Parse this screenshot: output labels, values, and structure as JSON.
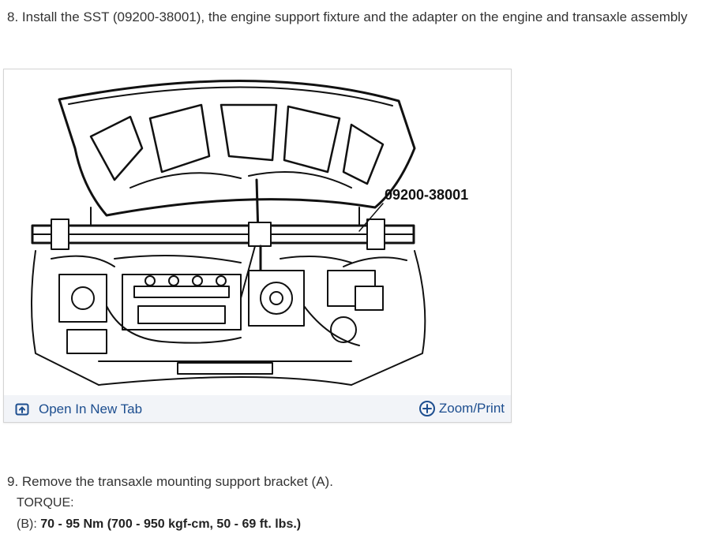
{
  "step8": {
    "text": "8. Install the SST (09200-38001), the engine support fixture and the adapter on the engine and transaxle assembly"
  },
  "figure": {
    "callout": "09200-38001",
    "open_tab_label": "Open In New Tab",
    "zoom_print_label": "Zoom/Print",
    "open_tab_icon": "open-in-new-tab-icon",
    "zoom_icon": "zoom-plus-icon",
    "link_color": "#1d4e8f"
  },
  "step9": {
    "text": "9. Remove the transaxle mounting support bracket (A).",
    "torque_label": "TORQUE:",
    "torque_prefix": "(B): ",
    "torque_value": "70 - 95 Nm (700 - 950 kgf-cm, 50 - 69 ft. lbs.)"
  }
}
